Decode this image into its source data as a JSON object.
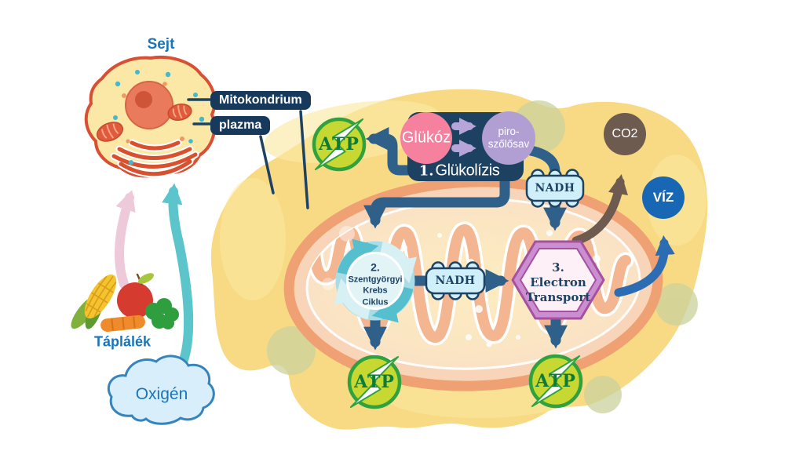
{
  "diagram": {
    "cell": {
      "label": "Sejt"
    },
    "callouts": {
      "mitochondrium": "Mitokondrium",
      "plazma": "plazma"
    },
    "inputs": {
      "food": "Táplálék",
      "oxygen": "Oxigén"
    },
    "glycolysis": {
      "substrate": "Glükóz",
      "product_line1": "piro-",
      "product_line2": "szőlősav",
      "step_number": "1.",
      "step_name": "Glükolízis"
    },
    "krebs": {
      "step_number": "2.",
      "line1": "Szentgyörgyi",
      "line2": "Krebs",
      "line3": "Ciklus"
    },
    "electron_transport": {
      "step_number": "3.",
      "line1": "Electron",
      "line2": "Transport"
    },
    "molecules": {
      "atp": "ATP",
      "nadh": "NADH",
      "co2": "CO2",
      "water": "VÍZ"
    },
    "colors": {
      "navy_box": "#1d4160",
      "arrow_navy": "#2e6089",
      "glucose_pink": "#f5819f",
      "pyruvate_purple": "#b19fd3",
      "atp_green": "#c8d832",
      "atp_border": "#2fa23f",
      "nadh_blue": "#cfeffa",
      "krebs_teal": "#55bfce",
      "hexagon_purple": "#cb8ed0",
      "co2_brown": "#6d5b50",
      "water_blue": "#1767b4",
      "cytoplasm_yellow": "#f8da84",
      "membrane_salmon": "#efa173",
      "label_blue": "#1a74b9"
    }
  }
}
